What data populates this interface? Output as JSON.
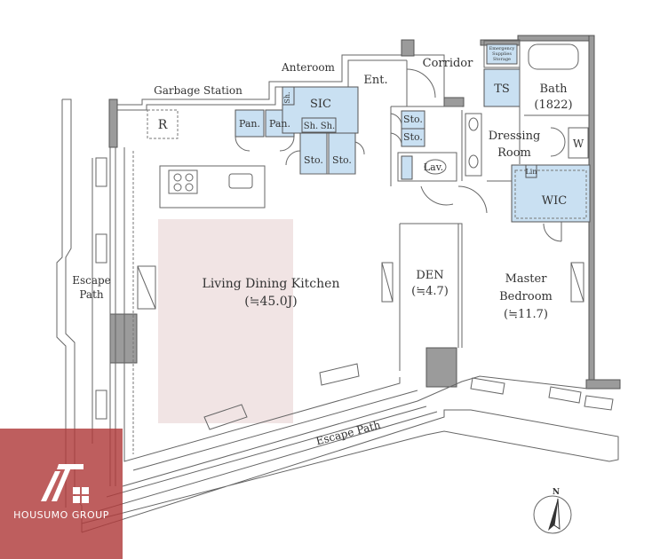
{
  "rooms": {
    "living": {
      "name": "Living Dining Kitchen",
      "area": "(≒45.0J)"
    },
    "den": {
      "name": "DEN",
      "area": "(≒4.7)"
    },
    "master": {
      "name_line1": "Master",
      "name_line2": "Bedroom",
      "area": "(≒11.7)"
    },
    "bath": {
      "name": "Bath",
      "size": "(1822)"
    },
    "dressing": {
      "line1": "Dressing",
      "line2": "Room"
    },
    "wic": "WIC",
    "sic": "SIC",
    "ts": "TS",
    "emergency": {
      "line1": "Emergency",
      "line2": "Supplies",
      "line3": "Storage"
    },
    "lav": "Lav.",
    "anteroom": "Anteroom",
    "corridor": "Corridor",
    "entrance": "Ent.",
    "garbage": "Garbage Station",
    "escape_left": {
      "line1": "Escape",
      "line2": "Path"
    },
    "escape_bottom": "Escape Path"
  },
  "storage": {
    "pan1": "Pan.",
    "pan2": "Pan.",
    "sh1": "Sh.",
    "sh2": "Sh.",
    "sh3": "Sh.",
    "sto1": "Sto.",
    "sto2": "Sto.",
    "sto3": "Sto.",
    "sto4": "Sto.",
    "lin": "Lin",
    "washer": "W",
    "fridge": "R"
  },
  "compass": {
    "north": "N"
  },
  "logo": {
    "text": "HOUSUMO GROUP"
  },
  "colors": {
    "fixture_blue": "#c9e0f2",
    "floor_highlight": "#f1e4e4",
    "logo_red": "#b03a3a",
    "wall_grey": "#9b9b9b"
  }
}
